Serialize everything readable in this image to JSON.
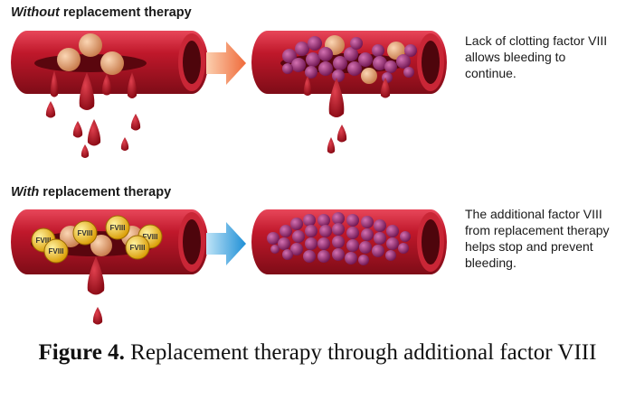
{
  "panels": {
    "without": {
      "heading_emph": "Without",
      "heading_rest": " replacement therapy",
      "description_lines": [
        "Lack of clotting factor VIII",
        "allows bleeding to",
        "continue."
      ]
    },
    "with": {
      "heading_emph": "With",
      "heading_rest": " replacement therapy",
      "description_lines": [
        "The additional factor VIII",
        "from replacement therapy",
        "helps stop and prevent",
        "bleeding."
      ]
    }
  },
  "factor_label": "FVIII",
  "caption": {
    "bold": "Figure 4.",
    "text": " Replacement therapy through additional factor VIII"
  },
  "colors": {
    "vessel": "#c0182b",
    "vessel_dark": "#7e0c17",
    "lumen": "#5a060e",
    "platelet": "#e8a97a",
    "clot_cell": "#a0307a",
    "factor": "#f2c318",
    "arrow_top": "#f07a50",
    "arrow_bottom": "#3aa6e0",
    "blood": "#b3121f"
  }
}
